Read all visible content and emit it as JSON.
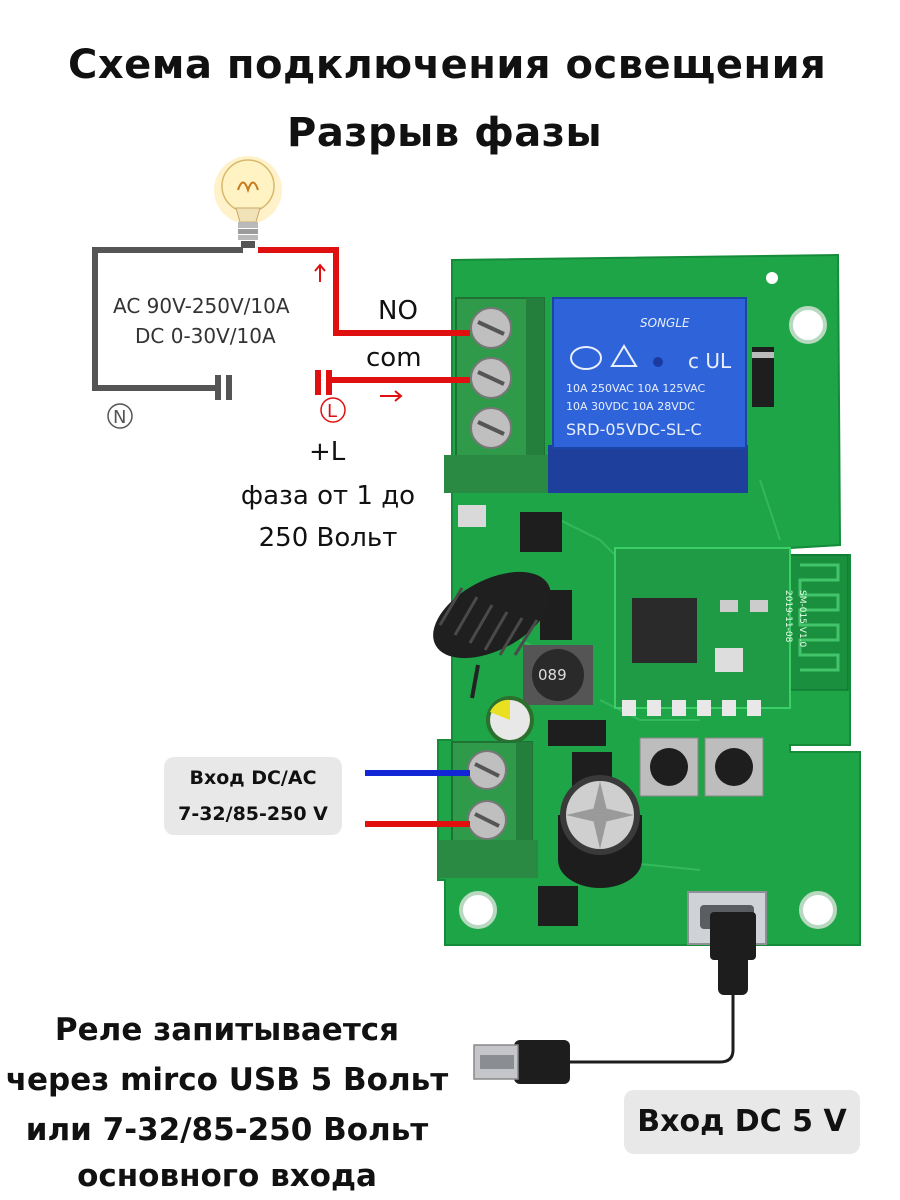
{
  "title": {
    "line1": "Схема подключения освещения",
    "line2": "Разрыв фазы"
  },
  "circuit": {
    "rating_ac": "AC 90V-250V/10A",
    "rating_dc": "DC 0-30V/10A",
    "neutral_symbol": "N",
    "line_symbol": "L"
  },
  "terminals": {
    "no": "NO",
    "com": "com",
    "plus_l": "+L",
    "phase_line1": "фаза от 1 до",
    "phase_line2": "250 Вольт"
  },
  "relay": {
    "brand": "SONGLE",
    "rating1": "10A 250VAC  10A 125VAC",
    "rating2": "10A  30VDC  10A  28VDC",
    "model": "SRD-05VDC-SL-C"
  },
  "module": {
    "label": "SM-015 V1.0",
    "date": "2019-11-08",
    "inductor": "089"
  },
  "inputs": {
    "power_label_line1": "Вход DC/AC",
    "power_label_line2": "7-32/85-250 V",
    "usb_label": "Вход DC 5 V"
  },
  "note": {
    "line1": "Реле запитывается",
    "line2": "через mirco USB 5 Вольт",
    "line3": "или 7-32/85-250 Вольт",
    "line4": "основного входа"
  },
  "colors": {
    "wire_red": "#e01010",
    "wire_blue": "#1226d6",
    "wire_gray": "#555555",
    "pcb_green": "#1ea548",
    "relay_blue": "#2f63d9",
    "terminal_green": "#2f9a4a"
  }
}
